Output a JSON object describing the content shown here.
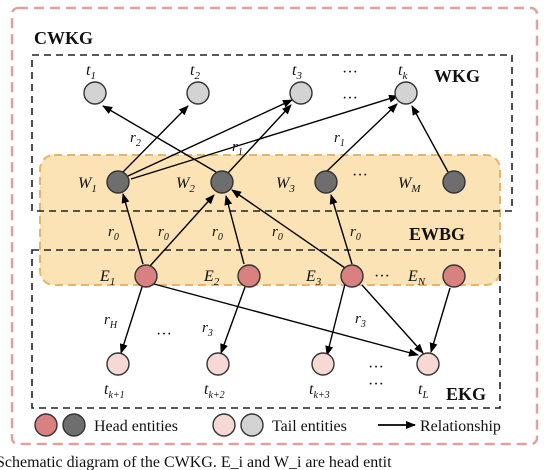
{
  "figure": {
    "panels": {
      "outer": "CWKG",
      "upper": "WKG",
      "middle": "EWBG",
      "lower": "EKG"
    },
    "colors": {
      "outer_border": "#e0a0a0",
      "band_fill": "#fbe3b5",
      "band_border": "#e8b468",
      "head_entity_red": "#d98080",
      "head_entity_gray": "#6e6e6e",
      "tail_entity_pink": "#f6d8d4",
      "tail_entity_gray": "#d3d3d3",
      "arrow": "#000000"
    },
    "nodes": {
      "t1": {
        "base": "t",
        "sub": "1"
      },
      "t2": {
        "base": "t",
        "sub": "2"
      },
      "t3": {
        "base": "t",
        "sub": "3"
      },
      "tk": {
        "base": "t",
        "sub": "k"
      },
      "W1": {
        "base": "W",
        "sub": "1"
      },
      "W2": {
        "base": "W",
        "sub": "2"
      },
      "W3": {
        "base": "W",
        "sub": "3"
      },
      "WM": {
        "base": "W",
        "sub": "M"
      },
      "E1": {
        "base": "E",
        "sub": "1"
      },
      "E2": {
        "base": "E",
        "sub": "2"
      },
      "E3": {
        "base": "E",
        "sub": "3"
      },
      "EN": {
        "base": "E",
        "sub": "N"
      },
      "tk1": {
        "base": "t",
        "sub": "k+1"
      },
      "tk2": {
        "base": "t",
        "sub": "k+2"
      },
      "tk3": {
        "base": "t",
        "sub": "k+3"
      },
      "tL": {
        "base": "t",
        "sub": "L"
      }
    },
    "relations": {
      "r2": {
        "base": "r",
        "sub": "2"
      },
      "r1a": {
        "base": "r",
        "sub": "1"
      },
      "r1b": {
        "base": "r",
        "sub": "1"
      },
      "r0a": {
        "base": "r",
        "sub": "0"
      },
      "r0b": {
        "base": "r",
        "sub": "0"
      },
      "r0c": {
        "base": "r",
        "sub": "0"
      },
      "r0d": {
        "base": "r",
        "sub": "0"
      },
      "r0e": {
        "base": "r",
        "sub": "0"
      },
      "rH": {
        "base": "r",
        "sub": "H"
      },
      "r3a": {
        "base": "r",
        "sub": "3"
      },
      "r3b": {
        "base": "r",
        "sub": "3"
      }
    },
    "ellipsis": "···",
    "legend": {
      "head": "Head entities",
      "tail": "Tail entities",
      "relationship": "Relationship"
    },
    "caption": "Schematic diagram of the CWKG. E_i and W_i are head entit"
  }
}
